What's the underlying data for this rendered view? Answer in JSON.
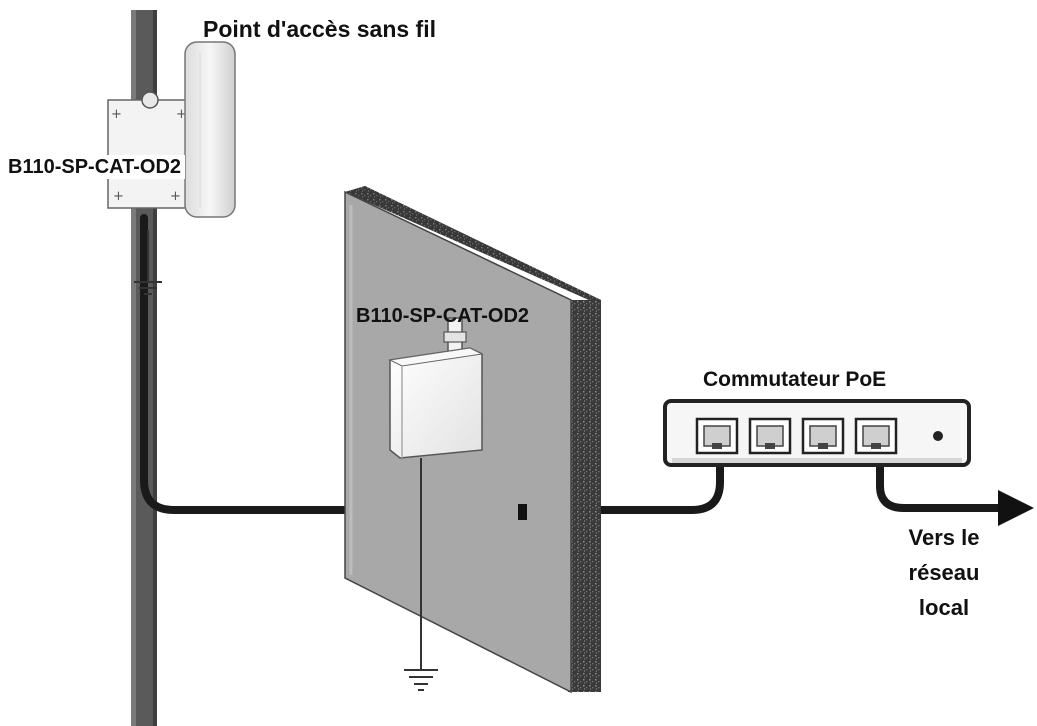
{
  "labels": {
    "access_point": "Point d'accès sans fil",
    "injector_top": "B110-SP-CAT-OD2",
    "injector_wall": "B110-SP-CAT-OD2",
    "switch": "Commutateur PoE",
    "lan_line1": "Vers le",
    "lan_line2": "réseau",
    "lan_line3": "local"
  },
  "colors": {
    "cable": "#1a1a1a",
    "pole": "#5a5a5a",
    "wall_face": "#a8a8a8",
    "wall_edge": "#3c3c3c",
    "device_body": "#f2f2f2",
    "outline": "#222222"
  }
}
